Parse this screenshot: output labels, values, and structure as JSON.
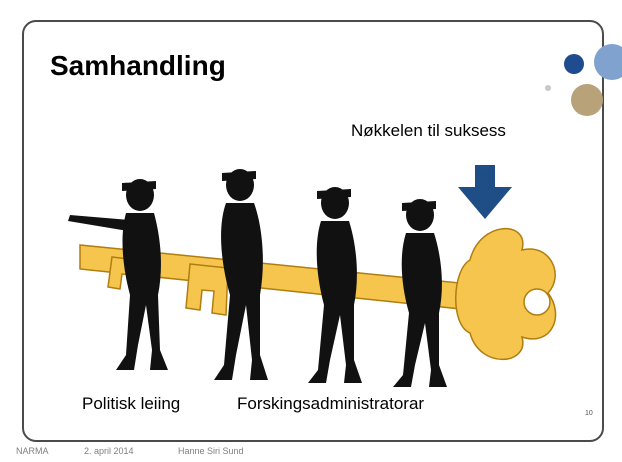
{
  "slide": {
    "title": "Samhandling",
    "key_label": "Nøkkelen til suksess",
    "label_left": "Politisk leiing",
    "label_right": "Forskingsadministratorar",
    "page_number": "10"
  },
  "footer": {
    "org": "NARMA",
    "date": "2. april 2014",
    "author": "Hanne Siri Sund"
  },
  "colors": {
    "frame": "#4b4b4b",
    "key": "#f6c54d",
    "key_edge": "#b07d10",
    "arrow": "#1f4e86",
    "dot_blue_dark": "#1e4c8e",
    "dot_blue_light": "#7fa2cf",
    "dot_tan": "#b8a27a",
    "dot_grey": "#c8c8c8"
  },
  "icons": [
    "key-illustration",
    "down-arrow-icon",
    "person-silhouette-icon",
    "decorative-dots"
  ]
}
